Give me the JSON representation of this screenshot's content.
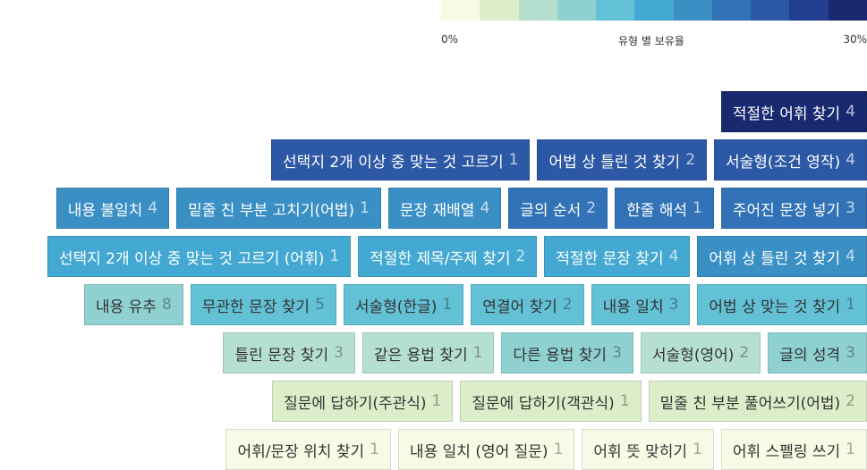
{
  "legend": {
    "min_label": "0%",
    "mid_label": "유형 별 보유율",
    "max_label": "30%",
    "colors": [
      "#f7fbe5",
      "#dcedc9",
      "#b5e0d0",
      "#8fd0d0",
      "#63c1d6",
      "#44a9d2",
      "#3a8fc5",
      "#3173b6",
      "#2c58a5",
      "#223f90",
      "#18296f"
    ]
  },
  "chart_data": {
    "type": "heatmap",
    "value_range": [
      0,
      30
    ],
    "color_scale_label": "유형 별 보유율",
    "rows": [
      [
        {
          "label": "적절한 어휘 찾기",
          "count": 4,
          "shade": 10
        }
      ],
      [
        {
          "label": "서술형(조건 영작)",
          "count": 4,
          "shade": 8
        },
        {
          "label": "어법 상 틀린 것 찾기",
          "count": 2,
          "shade": 8
        },
        {
          "label": "선택지 2개 이상 중 맞는 것 고르기",
          "count": 1,
          "shade": 8
        }
      ],
      [
        {
          "label": "주어진 문장 넣기",
          "count": 3,
          "shade": 7
        },
        {
          "label": "한줄 해석",
          "count": 1,
          "shade": 7
        },
        {
          "label": "글의 순서",
          "count": 2,
          "shade": 7
        },
        {
          "label": "문장 재배열",
          "count": 4,
          "shade": 6
        },
        {
          "label": "밑줄 친 부분 고치기(어법)",
          "count": 1,
          "shade": 6
        },
        {
          "label": "내용 불일치",
          "count": 4,
          "shade": 6
        }
      ],
      [
        {
          "label": "어휘 상 틀린 것 찾기",
          "count": 4,
          "shade": 6
        },
        {
          "label": "적절한 문장 찾기",
          "count": 4,
          "shade": 5
        },
        {
          "label": "적절한 제목/주제 찾기",
          "count": 2,
          "shade": 5
        },
        {
          "label": "선택지 2개 이상 중 맞는 것 고르기 (어휘)",
          "count": 1,
          "shade": 5
        }
      ],
      [
        {
          "label": "어법 상 맞는 것 찾기",
          "count": 1,
          "shade": 4
        },
        {
          "label": "내용 일치",
          "count": 3,
          "shade": 4
        },
        {
          "label": "연결어 찾기",
          "count": 2,
          "shade": 4
        },
        {
          "label": "서술형(한글)",
          "count": 1,
          "shade": 4
        },
        {
          "label": "무관한 문장 찾기",
          "count": 5,
          "shade": 4
        },
        {
          "label": "내용 유추",
          "count": 8,
          "shade": 3
        }
      ],
      [
        {
          "label": "글의 성격",
          "count": 3,
          "shade": 3
        },
        {
          "label": "서술형(영어)",
          "count": 2,
          "shade": 2
        },
        {
          "label": "다른 용법 찾기",
          "count": 3,
          "shade": 3
        },
        {
          "label": "같은 용법 찾기",
          "count": 1,
          "shade": 2
        },
        {
          "label": "틀린 문장 찾기",
          "count": 3,
          "shade": 2
        }
      ],
      [
        {
          "label": "밑줄 친 부분 풀어쓰기(어법)",
          "count": 2,
          "shade": 1
        },
        {
          "label": "질문에 답하기(객관식)",
          "count": 1,
          "shade": 1
        },
        {
          "label": "질문에 답하기(주관식)",
          "count": 1,
          "shade": 1
        }
      ],
      [
        {
          "label": "어휘 스펠링 쓰기",
          "count": 1,
          "shade": 0
        },
        {
          "label": "어휘 뜻 맞히기",
          "count": 1,
          "shade": 0
        },
        {
          "label": "내용 일치 (영어 질문)",
          "count": 1,
          "shade": 0
        },
        {
          "label": "어휘/문장 위치 찾기",
          "count": 1,
          "shade": 0
        }
      ]
    ]
  }
}
